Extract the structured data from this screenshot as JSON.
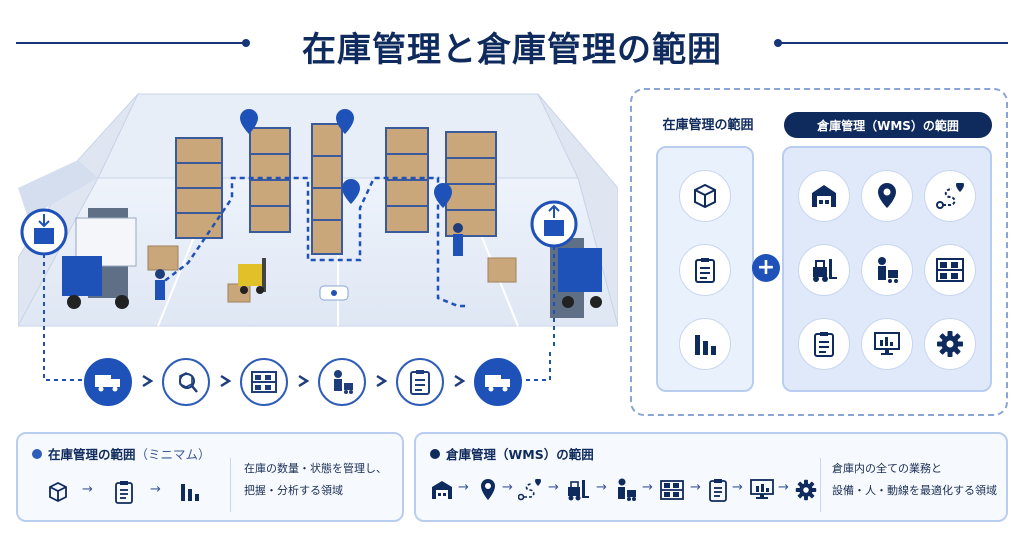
{
  "title": "在庫管理と倉庫管理の範囲",
  "panel": {
    "inventory_label": "在庫管理の範囲",
    "wms_label": "倉庫管理（WMS）の範囲",
    "plus": "+"
  },
  "bottom": {
    "inventory": {
      "title": "在庫管理の範囲",
      "subtitle": "（ミニマム）",
      "arrow": "→",
      "desc_lines": [
        "在庫の数量・状態を管理し、",
        "把握・分析する領域"
      ]
    },
    "wms": {
      "title": "倉庫管理（WMS）の範囲",
      "arrow": "→",
      "desc_lines": [
        "倉庫内の全ての業務と",
        "設備・人・動線を最適化する領域"
      ]
    }
  },
  "icons": {
    "flow": [
      "truck-icon",
      "inspect-box-icon",
      "shelf-icon",
      "worker-cart-icon",
      "checklist-icon",
      "truck-icon"
    ],
    "inventory": [
      "box-icon",
      "checklist-icon",
      "bar-chart-icon"
    ],
    "wms": [
      "warehouse-icon",
      "location-pin-icon",
      "route-icon",
      "forklift-icon",
      "worker-cart-icon",
      "shelf-icon",
      "checklist-icon",
      "monitor-chart-icon",
      "gear-icon"
    ]
  },
  "colors": {
    "navy": "#0f2a5c",
    "accent": "#1f52b8",
    "light": "#e9f1fd",
    "border": "#b9cdf0"
  }
}
